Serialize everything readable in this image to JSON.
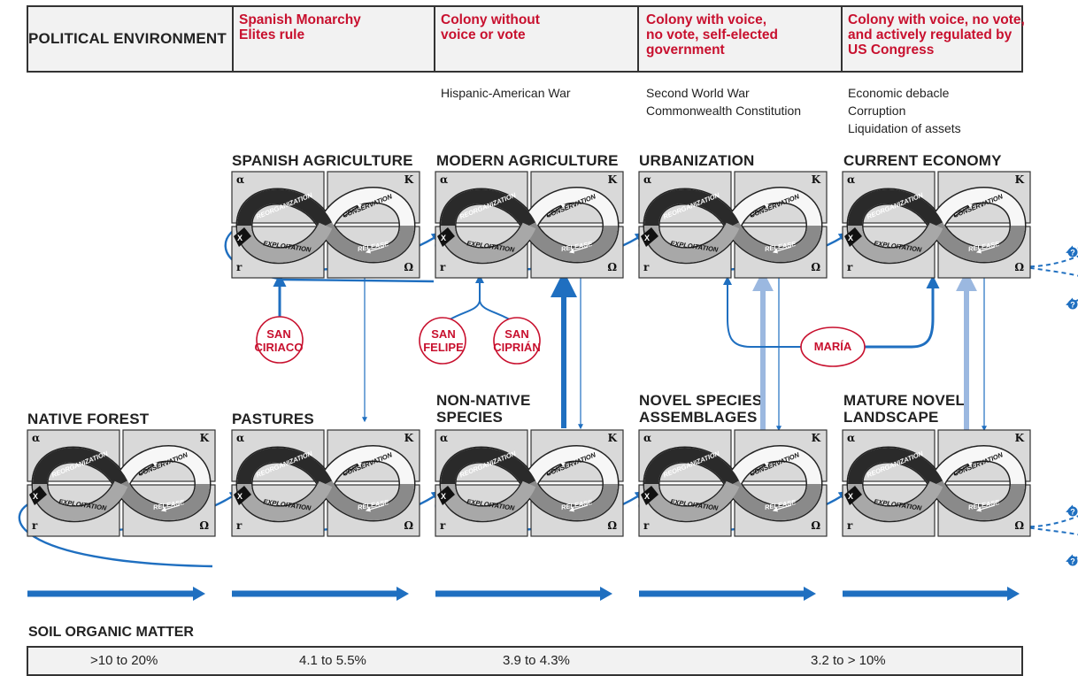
{
  "political_environment": {
    "label": "POLITICAL ENVIRONMENT",
    "eras": [
      "Spanish Monarchy\nElites rule",
      "Colony without\nvoice or vote",
      "Colony with voice,\nno vote, self-elected\ngovernment",
      "Colony with voice, no vote,\nand actively regulated by\nUS Congress"
    ]
  },
  "events": [
    "Hispanic-American War",
    "Second World War\nCommonwealth Constitution",
    "Economic debacle\nCorruption\nLiquidation of assets"
  ],
  "socioeconomic_systems": [
    "SPANISH AGRICULTURE",
    "MODERN AGRICULTURE",
    "URBANIZATION",
    "CURRENT ECONOMY"
  ],
  "ecological_systems": [
    "NATIVE FOREST",
    "PASTURES",
    "NON-NATIVE\nSPECIES",
    "NOVEL SPECIES\nASSEMBLAGES",
    "MATURE NOVEL\nLANDSCAPE"
  ],
  "adaptive_cycle": {
    "phases": [
      "REORGANIZATION",
      "CONSERVATION",
      "EXPLOITATION",
      "RELEASE"
    ],
    "corner_labels": [
      "α",
      "K",
      "r",
      "Ω"
    ],
    "x_label": "X"
  },
  "disturbances": [
    {
      "name": "SAN\nCIRIACO"
    },
    {
      "name": "SAN\nFELIPE"
    },
    {
      "name": "SAN\nCIPRIÁN"
    },
    {
      "name": "MARÍA"
    }
  ],
  "unknown_marker": "?",
  "soil_organic_matter": {
    "label": "SOIL ORGANIC MATTER",
    "values": [
      ">10 to 20%",
      "4.1 to 5.5%",
      "3.9 to 4.3%",
      "3.2 to > 10%"
    ]
  },
  "colors": {
    "accent_red": "#c8102e",
    "flow_blue": "#1f6fc0",
    "light_blue": "#9bb8e0",
    "box_gray": "#d9d9d9"
  }
}
